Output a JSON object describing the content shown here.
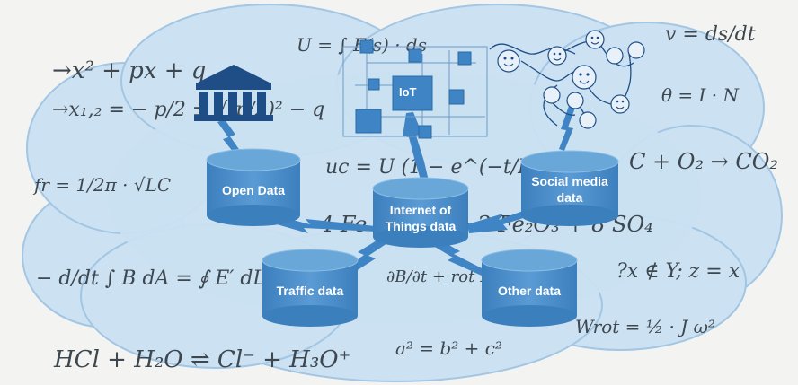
{
  "formulas": {
    "f01": "→x² + px + q",
    "f02": "→x₁,₂ = − p/2 ± √(p/2)² − q",
    "f03": "fr = 1/2π · √LC",
    "f04": "− d/dt ∫ B dA = ∮ E′ dL",
    "f05": "HCl + H₂O ⇌ Cl⁻ + H₃O⁺",
    "f06": "U = ∫ F(s) · ds",
    "f07": "uc = U (1 − e^(−t/RC))",
    "f08": "v = ds/dt",
    "f09": "θ = I · N",
    "f10": "C + O₂ → CO₂",
    "f11": "4 Fe + 3 O₂ → 2 Fe₂O₃ + 8 SO₄",
    "f12": "∂B/∂t + rot E",
    "f13": "?x ∉ Y; z = x",
    "f14": "a² = b² + c²",
    "f15": "Wrot = ½ · J ω²"
  },
  "nodes": {
    "open_data": "Open Data",
    "iot_line1": "Internet of",
    "iot_line2": "Things data",
    "social_line1": "Social media",
    "social_line2": "data",
    "traffic": "Traffic data",
    "other": "Other data"
  },
  "icons": {
    "institution": "institution-icon",
    "iot": "iot-network-icon",
    "social": "smiley-network-icon"
  },
  "iot_label": "IoT",
  "colors": {
    "cloud_fill": "#c7dff0",
    "cylinder_fill": "#4a8fcb",
    "cylinder_top": "#6aa7d9",
    "connector": "#3f84c4",
    "building": "#1f4e86"
  }
}
